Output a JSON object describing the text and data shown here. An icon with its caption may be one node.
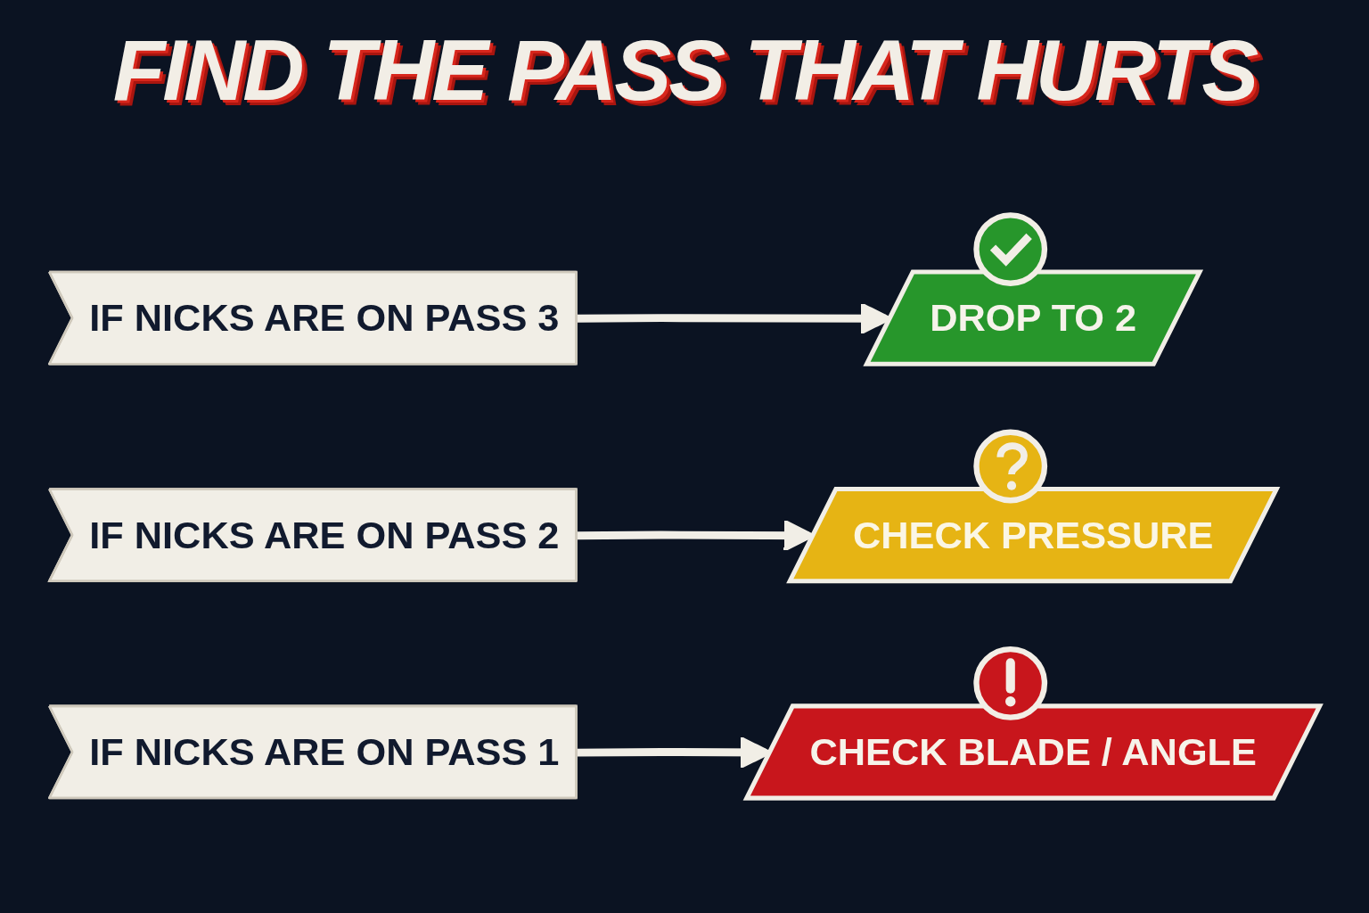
{
  "diagram": {
    "title": "FIND THE PASS THAT HURTS",
    "nodes": [
      {
        "text": [
          "IF NICKS ARE ON PASS 3"
        ]
      },
      {
        "text": [
          "DROP TO 2"
        ]
      },
      {
        "text": [
          "IF NICKS ARE ON PASS 2"
        ]
      },
      {
        "text": [
          "CHECK PRESSURE"
        ]
      },
      {
        "text": [
          "IF NICKS ARE ON PASS 1"
        ]
      },
      {
        "text": [
          "CHECK BLADE / ANGLE"
        ]
      }
    ],
    "edges": [
      {
        "from": 0,
        "to": 1,
        "arrow": "to"
      },
      {
        "from": 2,
        "to": 3,
        "arrow": "to"
      },
      {
        "from": 4,
        "to": 5,
        "arrow": "to"
      }
    ]
  }
}
